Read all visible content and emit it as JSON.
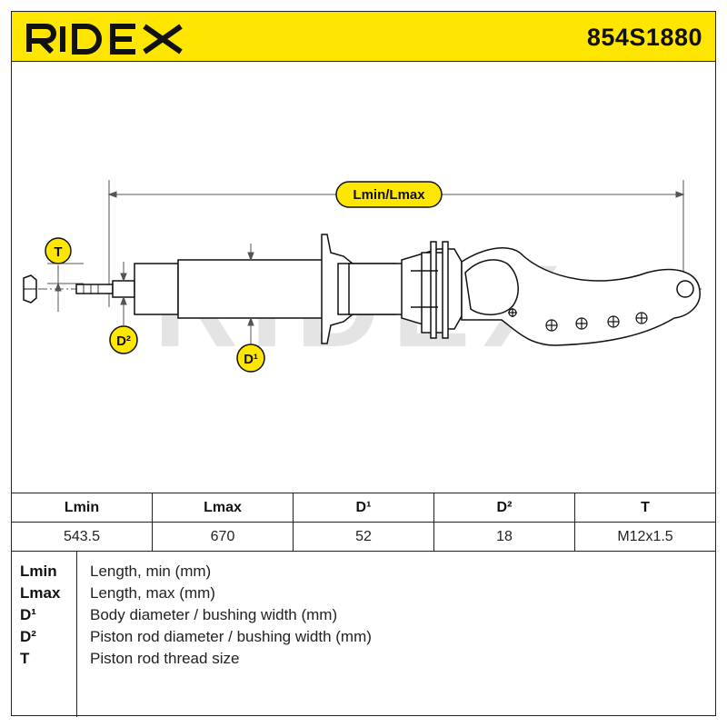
{
  "header": {
    "brand": "RIDEX",
    "part_number": "854S1880",
    "background_color": "#ffe600"
  },
  "drawing": {
    "watermark": "RIDEX",
    "dimension_labels": {
      "length": "Lmin/Lmax",
      "thread": "T",
      "rod_diameter": "D²",
      "body_diameter": "D¹"
    },
    "label_fill_color": "#ffe600"
  },
  "table": {
    "headers": [
      "Lmin",
      "Lmax",
      "D¹",
      "D²",
      "T"
    ],
    "values": [
      "543.5",
      "670",
      "52",
      "18",
      "M12x1.5"
    ]
  },
  "legend": [
    {
      "key": "Lmin",
      "desc": "Length, min (mm)"
    },
    {
      "key": "Lmax",
      "desc": "Length, max (mm)"
    },
    {
      "key": "D¹",
      "desc": "Body diameter / bushing width (mm)"
    },
    {
      "key": "D²",
      "desc": "Piston rod diameter / bushing width (mm)"
    },
    {
      "key": "T",
      "desc": "Piston rod thread size"
    }
  ]
}
